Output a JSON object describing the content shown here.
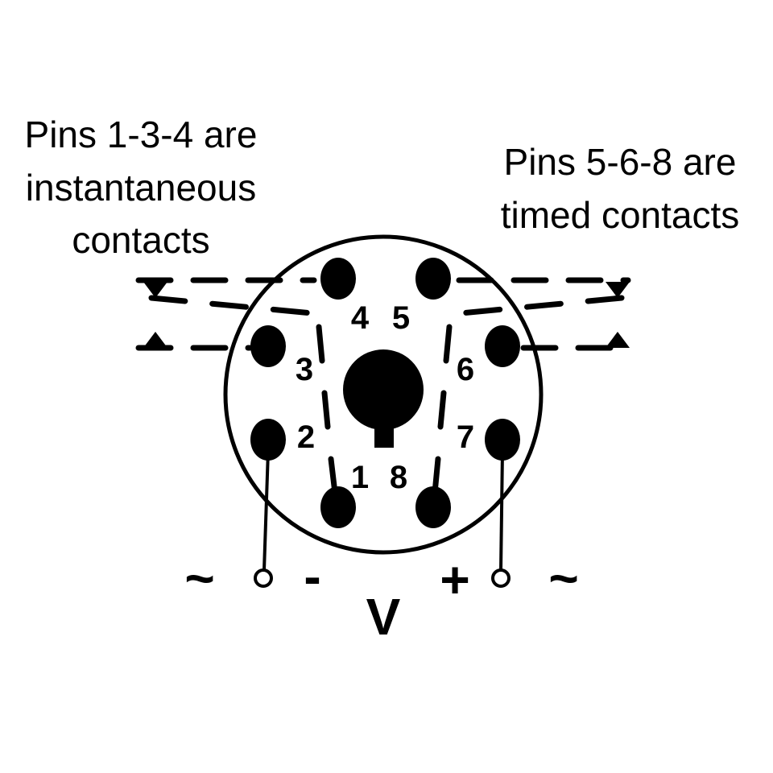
{
  "left_note": {
    "lines": [
      "Pins 1-3-4 are",
      "instantaneous",
      "contacts"
    ]
  },
  "right_note": {
    "lines": [
      "Pins 5-6-8 are",
      "timed contacts"
    ]
  },
  "pins": {
    "p1": "1",
    "p2": "2",
    "p3": "3",
    "p4": "4",
    "p5": "5",
    "p6": "6",
    "p7": "7",
    "p8": "8"
  },
  "supply": {
    "ac_left": "~",
    "ac_right": "~",
    "minus": "-",
    "plus": "+",
    "voltage": "V"
  }
}
